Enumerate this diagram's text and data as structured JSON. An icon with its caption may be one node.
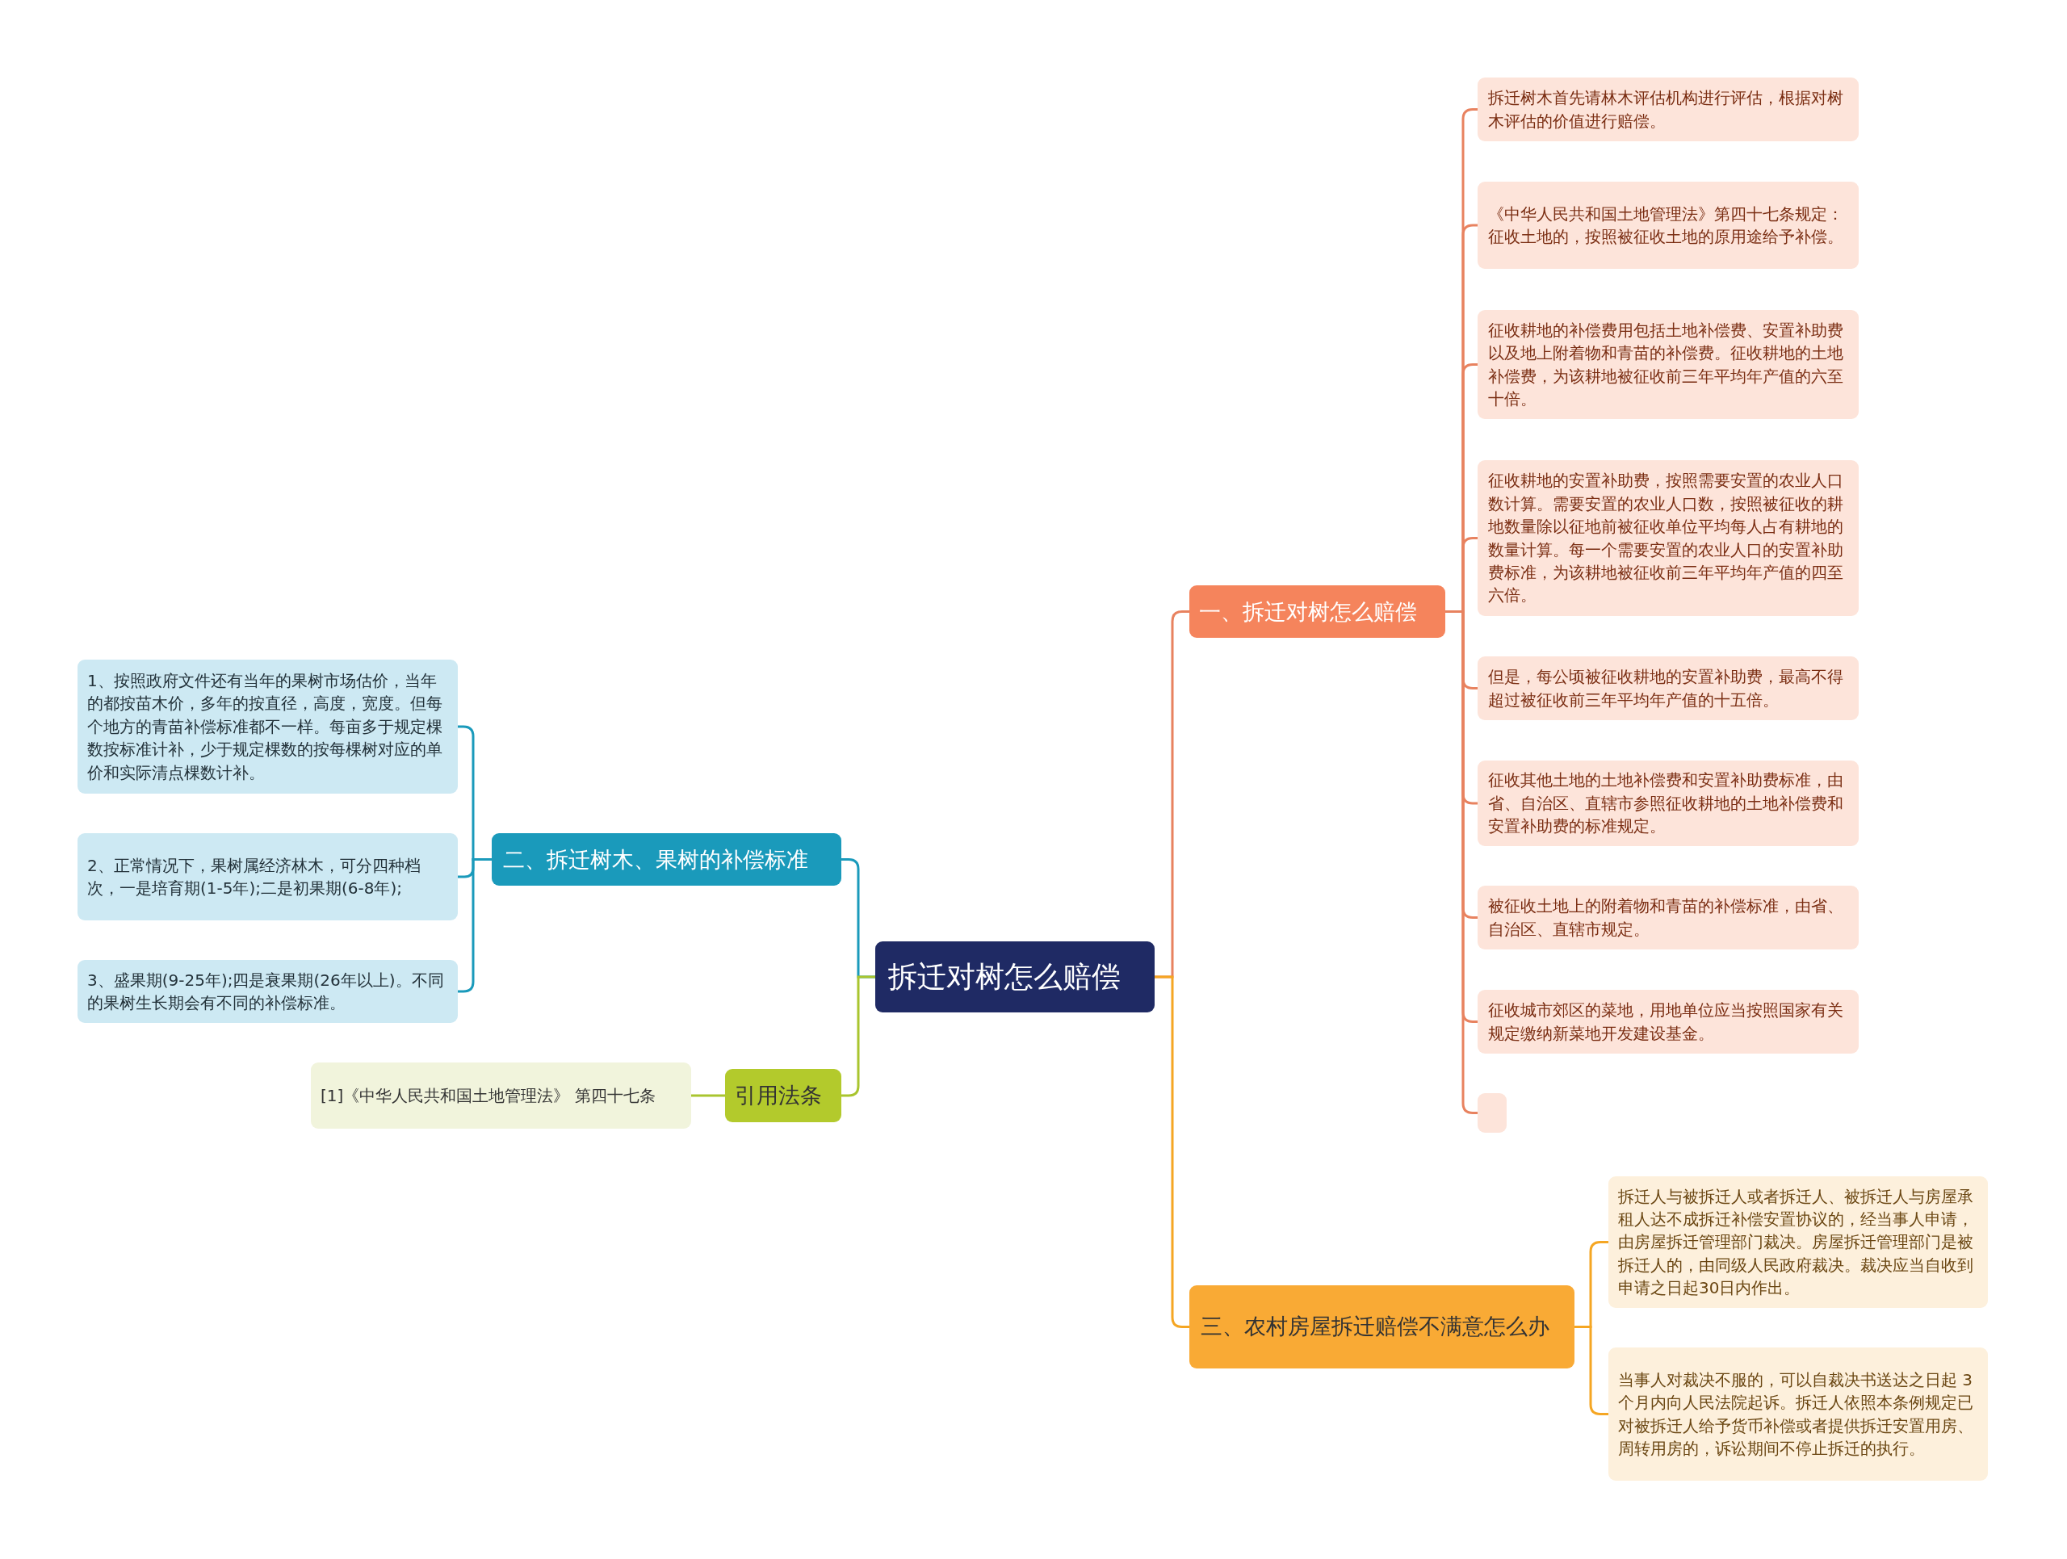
{
  "diagram": {
    "nodes": [
      {
        "text": [
          "拆迁对树怎么赔偿"
        ]
      },
      {
        "text": [
          "一、拆迁对树怎么赔偿"
        ]
      },
      {
        "text": [
          "拆迁树木首先请林木评估机构进行评估，根据对树木评估的价值进行赔偿。"
        ]
      },
      {
        "text": [
          "《中华人民共和国土地管理法》第四十七条规定：征收土地的，按照被征收土地的原用途给予补偿。"
        ]
      },
      {
        "text": [
          "征收耕地的补偿费用包括土地补偿费、安置补助费以及地上附着物和青苗的补偿费。征收耕地的土地补偿费，为该耕地被征收前三年平均年产值的六至十倍。"
        ]
      },
      {
        "text": [
          "征收耕地的安置补助费，按照需要安置的农业人口数计算。需要安置的农业人口数，按照被征收的耕地数量除以征地前被征收单位平均每人占有耕地的数量计算。每一个需要安置的农业人口的安置补助费标准，为该耕地被征收前三年平均年产值的四至六倍。"
        ]
      },
      {
        "text": [
          "但是，每公顷被征收耕地的安置补助费，最高不得超过被征收前三年平均年产值的十五倍。"
        ]
      },
      {
        "text": [
          "征收其他土地的土地补偿费和安置补助费标准，由省、自治区、直辖市参照征收耕地的土地补偿费和安置补助费的标准规定。"
        ]
      },
      {
        "text": [
          "被征收土地上的附着物和青苗的补偿标准，由省、自治区、直辖市规定。"
        ]
      },
      {
        "text": [
          "征收城市郊区的菜地，用地单位应当按照国家有关规定缴纳新菜地开发建设基金。"
        ]
      },
      {
        "text": [],
        "shape": "box"
      },
      {
        "text": [
          "二、拆迁树木、果树的补偿标准"
        ]
      },
      {
        "text": [
          "1、按照政府文件还有当年的果树市场估价，当年的都按苗木价，多年的按直径，高度，宽度。但每个地方的青苗补偿标准都不一样。每亩多于规定棵数按标准计补，少于规定棵数的按每棵树对应的单价和实际清点棵数计补。"
        ]
      },
      {
        "text": [
          "2、正常情况下，果树属经济林木，可分四种档次，一是培育期(1-5年);二是初果期(6-8年);"
        ]
      },
      {
        "text": [
          "3、盛果期(9-25年);四是衰果期(26年以上)。不同的果树生长期会有不同的补偿标准。"
        ]
      },
      {
        "text": [
          "引用法条"
        ]
      },
      {
        "text": [
          "[1]《中华人民共和国土地管理法》 第四十七条"
        ]
      },
      {
        "text": [
          "三、农村房屋拆迁赔偿不满意怎么办"
        ]
      },
      {
        "text": [
          "拆迁人与被拆迁人或者拆迁人、被拆迁人与房屋承租人达不成拆迁补偿安置协议的，经当事人申请，由房屋拆迁管理部门裁决。房屋拆迁管理部门是被拆迁人的，由同级人民政府裁决。裁决应当自收到申请之日起30日内作出。"
        ]
      },
      {
        "text": [
          "当事人对裁决不服的，可以自裁决书送达之日起 3 个月内向人民法院起诉。拆迁人依照本条例规定已对被拆迁人给予货币补偿或者提供拆迁安置用房、周转用房的，诉讼期间不停止拆迁的执行。"
        ]
      }
    ],
    "edges": [
      {
        "from": 0,
        "to": 1,
        "arrow": "none"
      },
      {
        "from": 1,
        "to": 2,
        "arrow": "none"
      },
      {
        "from": 1,
        "to": 3,
        "arrow": "none"
      },
      {
        "from": 1,
        "to": 4,
        "arrow": "none"
      },
      {
        "from": 1,
        "to": 5,
        "arrow": "none"
      },
      {
        "from": 1,
        "to": 6,
        "arrow": "none"
      },
      {
        "from": 1,
        "to": 7,
        "arrow": "none"
      },
      {
        "from": 1,
        "to": 8,
        "arrow": "none"
      },
      {
        "from": 1,
        "to": 9,
        "arrow": "none"
      },
      {
        "from": 1,
        "to": 10,
        "arrow": "none"
      },
      {
        "from": 0,
        "to": 11,
        "arrow": "none",
        "color": "#1a9abb"
      },
      {
        "from": 11,
        "to": 12,
        "arrow": "none",
        "color": "#1a9abb"
      },
      {
        "from": 11,
        "to": 13,
        "arrow": "none",
        "color": "#1a9abb"
      },
      {
        "from": 11,
        "to": 14,
        "arrow": "none",
        "color": "#1a9abb"
      },
      {
        "from": 0,
        "to": 15,
        "arrow": "none",
        "color": "#a9c52f"
      },
      {
        "from": 15,
        "to": 16,
        "arrow": "none",
        "color": "#a9c52f"
      },
      {
        "from": 0,
        "to": 17,
        "arrow": "none",
        "color": "#f5a623"
      },
      {
        "from": 17,
        "to": 18,
        "arrow": "none",
        "color": "#f5a623"
      },
      {
        "from": 17,
        "to": 19,
        "arrow": "none",
        "color": "#f5a623"
      }
    ]
  }
}
